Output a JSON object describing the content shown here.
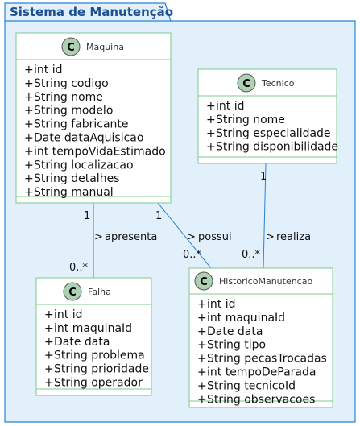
{
  "package": {
    "title": "Sistema de Manutenção"
  },
  "colors": {
    "package_fill": "#e2f0fb",
    "package_border": "#2a82d4",
    "class_border": "#7fc88c",
    "class_fill": "#ffffff",
    "badge_fill": "#add1b2",
    "edge": "#2a82d4"
  },
  "classes": {
    "maquina": {
      "name": "Maquina",
      "badge": "C",
      "attributes": [
        "int id",
        "String codigo",
        "String nome",
        "String modelo",
        "String fabricante",
        "Date dataAquisicao",
        "int tempoVidaEstimado",
        "String localizacao",
        "String detalhes",
        "String manual"
      ]
    },
    "tecnico": {
      "name": "Tecnico",
      "badge": "C",
      "attributes": [
        "int id",
        "String nome",
        "String especialidade",
        "String disponibilidade"
      ]
    },
    "falha": {
      "name": "Falha",
      "badge": "C",
      "attributes": [
        "int id",
        "int maquinaId",
        "Date data",
        "String problema",
        "String prioridade",
        "String operador"
      ]
    },
    "historico": {
      "name": "HistoricoManutencao",
      "badge": "C",
      "attributes": [
        "int id",
        "int maquinaId",
        "Date data",
        "String tipo",
        "String pecasTrocadas",
        "int tempoDeParada",
        "String tecnicoId",
        "String observacoes"
      ]
    }
  },
  "relations": {
    "apresenta": {
      "label": "apresenta",
      "arrow": ">",
      "from_mult": "1",
      "to_mult": "0..*"
    },
    "possui": {
      "label": "possui",
      "arrow": ">",
      "from_mult": "1",
      "to_mult": "0..*"
    },
    "realiza": {
      "label": "realiza",
      "arrow": ">",
      "from_mult": "1",
      "to_mult": "0..*"
    }
  },
  "visibility_symbol": "+"
}
